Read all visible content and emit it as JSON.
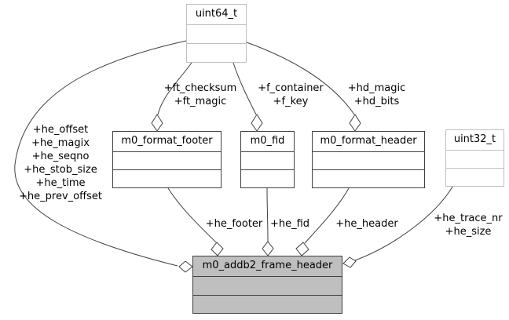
{
  "colors": {
    "background": "#ffffff",
    "edge": "#404040",
    "node_border": "#404040",
    "template_node_border": "#bfbfbf",
    "current_node_fill": "#bfbfbf",
    "diamond_fill": "#ffffff"
  },
  "nodes": {
    "uint64_t": {
      "label": "uint64_t"
    },
    "m0_format_footer": {
      "label": "m0_format_footer"
    },
    "m0_fid": {
      "label": "m0_fid"
    },
    "m0_format_header": {
      "label": "m0_format_header"
    },
    "uint32_t": {
      "label": "uint32_t"
    },
    "m0_addb2_frame_header": {
      "label": "m0_addb2_frame_header"
    }
  },
  "edge_labels": {
    "ft": [
      "+ft_checksum",
      "+ft_magic"
    ],
    "f": [
      "+f_container",
      "+f_key"
    ],
    "hd": [
      "+hd_magic",
      "+hd_bits"
    ],
    "he_members": [
      "+he_offset",
      "+he_magix",
      "+he_seqno",
      "+he_stob_size",
      "+he_time",
      "+he_prev_offset"
    ],
    "he_footer": "+he_footer",
    "he_fid": "+he_fid",
    "he_header": "+he_header",
    "he_trace": [
      "+he_trace_nr",
      "+he_size"
    ]
  }
}
